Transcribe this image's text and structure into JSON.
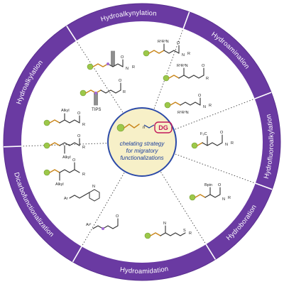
{
  "colors": {
    "ring": "#6a3aa2",
    "ring_edge": "#5a2f8f",
    "inner_fill": "#ffffff",
    "center_fill": "#f7f0c8",
    "center_border": "#2c4aa8",
    "text_blue": "#1c3f9c",
    "dg_pink": "#c2185b",
    "alkene_yellow": "#c9861a",
    "ball_green": "#9cc84a",
    "dot_purple": "#a36bd6",
    "migration_red": "#c0392b"
  },
  "segments": [
    {
      "label": "Hydroamination"
    },
    {
      "label": "Hydrofluoroalkylation"
    },
    {
      "label": "Hydroboration"
    },
    {
      "label": "Hydroamidation"
    },
    {
      "label": "Dicarbofunctionalization"
    },
    {
      "label": "Hydroalkylation"
    },
    {
      "label": "Hydroalkynylation"
    }
  ],
  "center": {
    "dg": "DG",
    "lines": [
      "chelating strategy",
      "for migratory",
      "functionalizations"
    ]
  },
  "substituents": {
    "amine": "R¹R²N",
    "fluoroalkyl": "F₃C",
    "boron": "Bpin",
    "alkyl": "Alkyl",
    "aryl": "Ar",
    "aryl2": "Ar²",
    "tips": "TIPS",
    "r": "R",
    "sr": "S–R"
  }
}
